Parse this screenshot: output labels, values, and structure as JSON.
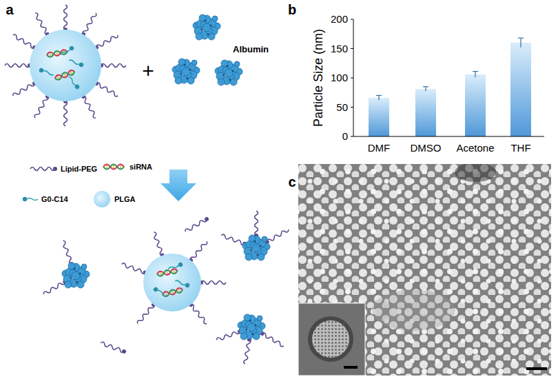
{
  "diagram": {
    "labels": [
      "a",
      "+",
      "Albumin",
      "b",
      "200",
      "150",
      "100",
      "50",
      "0",
      "Particle Size (nm)",
      "DMF",
      "DMSO",
      "Acetone",
      "THF",
      "c"
    ],
    "legend": [
      {
        "text": "Lipid-PEG"
      },
      {
        "text": "siRNA"
      },
      {
        "text": "G0-C14"
      },
      {
        "text": "PLGA"
      }
    ]
  }
}
